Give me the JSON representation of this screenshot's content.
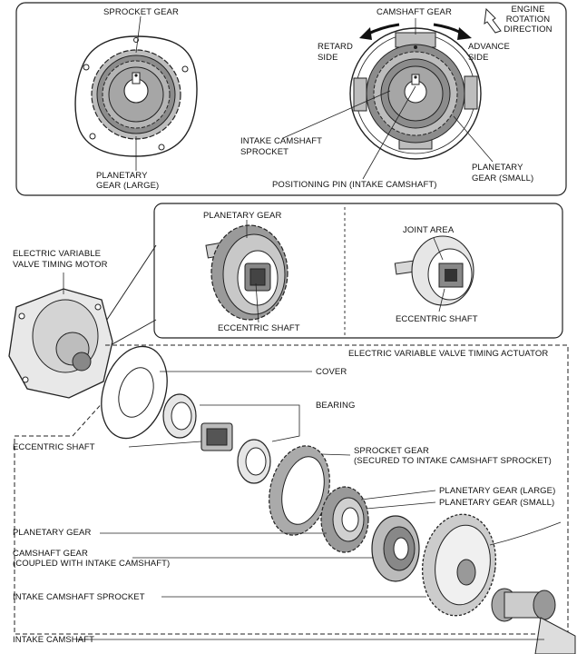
{
  "top_panel": {
    "sprocket_gear": "SPROCKET GEAR",
    "planetary_gear_large": [
      "PLANETARY",
      "GEAR (LARGE)"
    ],
    "camshaft_gear": "CAMSHAFT GEAR",
    "engine_rotation_direction": [
      "ENGINE",
      "ROTATION",
      "DIRECTION"
    ],
    "retard_side": [
      "RETARD",
      "SIDE"
    ],
    "advance_side": [
      "ADVANCE",
      "SIDE"
    ],
    "intake_camshaft_sprocket": [
      "INTAKE CAMSHAFT",
      "SPROCKET"
    ],
    "planetary_gear_small": [
      "PLANETARY",
      "GEAR (SMALL)"
    ],
    "positioning_pin": "POSITIONING PIN (INTAKE CAMSHAFT)"
  },
  "middle_panel": {
    "planetary_gear": "PLANETARY GEAR",
    "eccentric_shaft_left": "ECCENTRIC SHAFT",
    "joint_area": "JOINT AREA",
    "eccentric_shaft_right": "ECCENTRIC SHAFT"
  },
  "motor_label": [
    "ELECTRIC VARIABLE",
    "VALVE TIMING MOTOR"
  ],
  "exploded_view": {
    "actuator_title": "ELECTRIC VARIABLE VALVE TIMING ACTUATOR",
    "cover": "COVER",
    "bearing": "BEARING",
    "eccentric_shaft": "ECCENTRIC SHAFT",
    "sprocket_gear": [
      "SPROCKET GEAR",
      "(SECURED TO INTAKE CAMSHAFT SPROCKET)"
    ],
    "planetary_gear_large": "PLANETARY GEAR (LARGE)",
    "planetary_gear_small": "PLANETARY GEAR (SMALL)",
    "planetary_gear": "PLANETARY GEAR",
    "camshaft_gear": [
      "CAMSHAFT GEAR",
      "(COUPLED WITH INTAKE CAMSHAFT)"
    ],
    "intake_camshaft_sprocket": "INTAKE CAMSHAFT SPROCKET",
    "intake_camshaft": "INTAKE CAMSHAFT"
  }
}
